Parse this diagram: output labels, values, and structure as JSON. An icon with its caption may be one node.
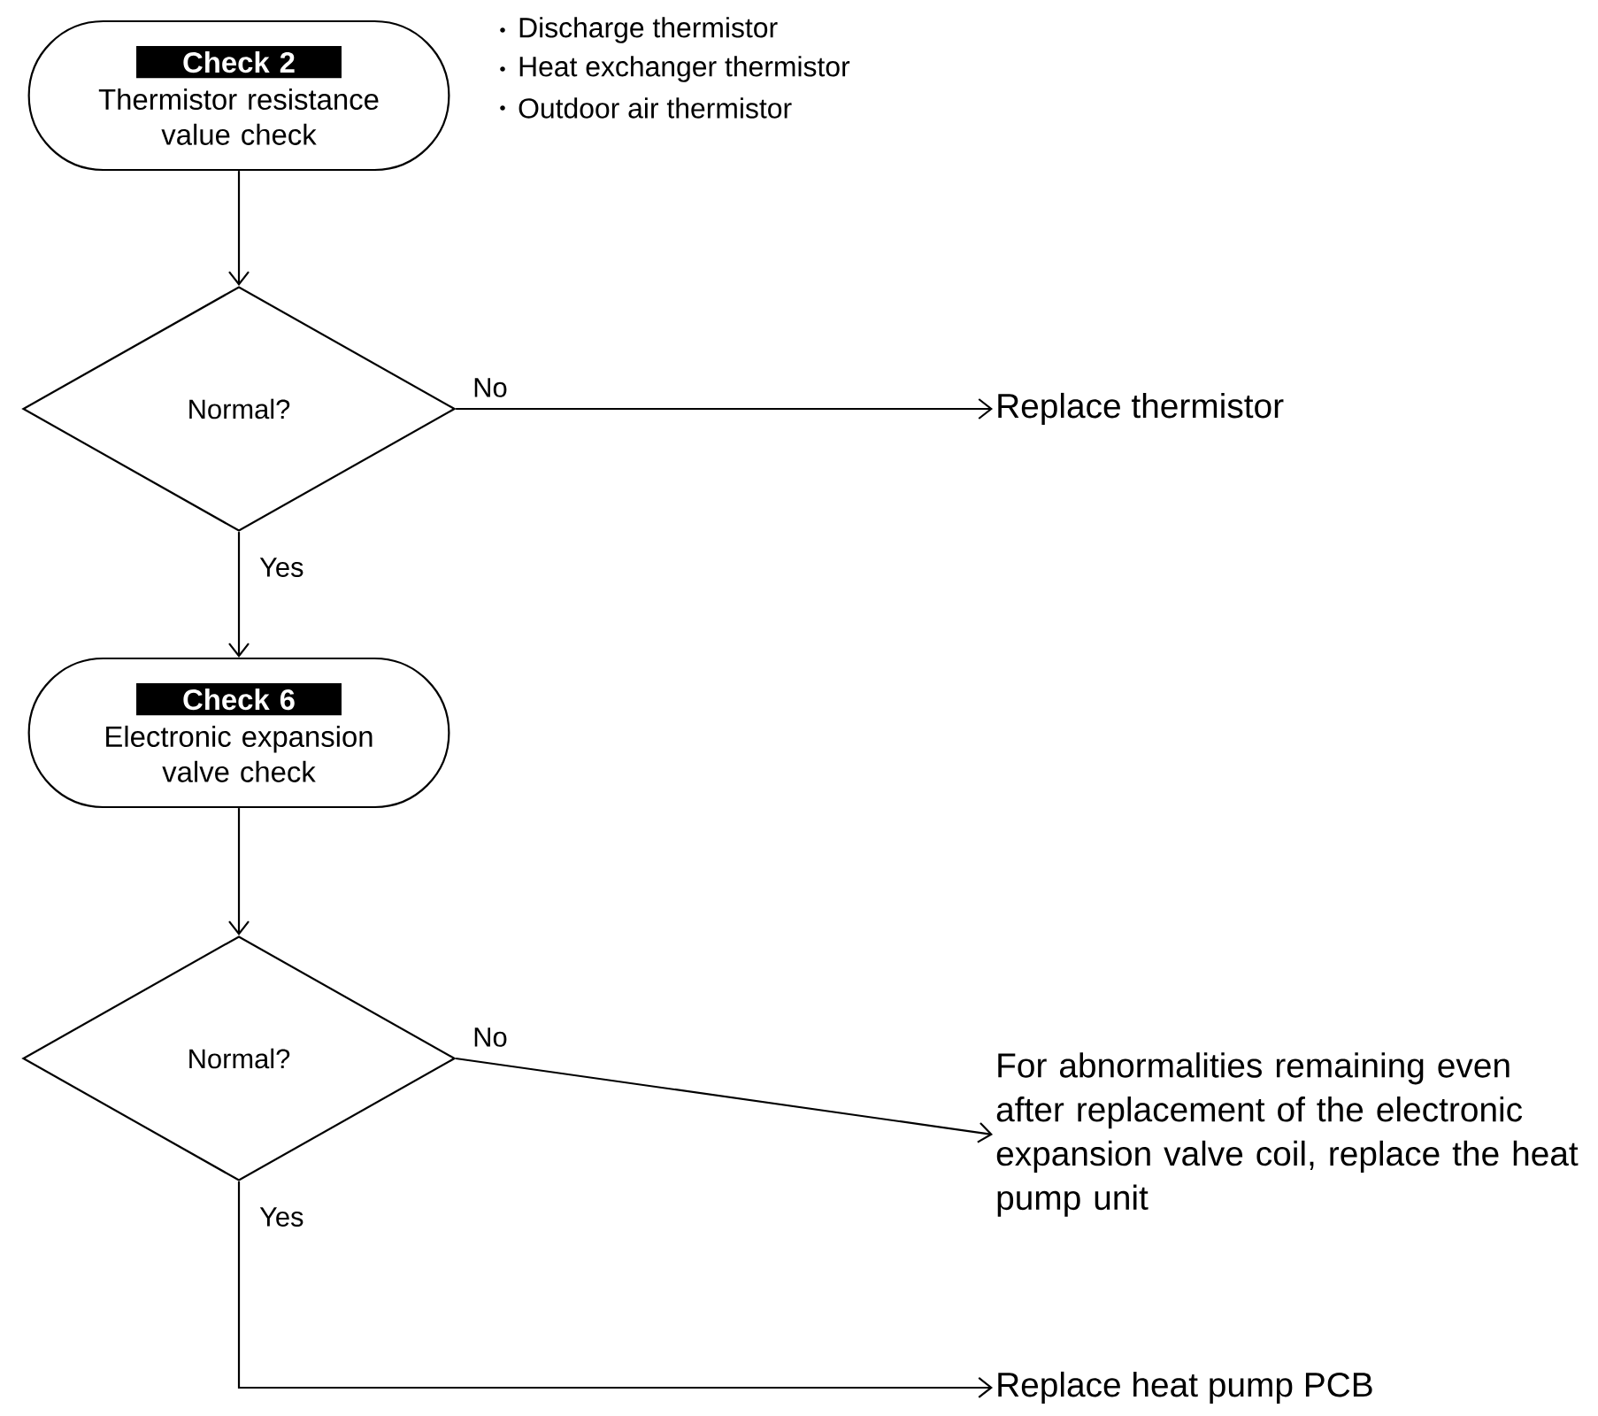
{
  "diagram": {
    "nodes": [
      {
        "text": [
          "Check 2",
          "Thermistor resistance value check"
        ],
        "beside": [
          "Discharge thermistor",
          "Heat exchanger thermistor",
          "Outdoor air thermistor"
        ]
      },
      {
        "text": [
          "Normal?"
        ]
      },
      {
        "text": [
          "Replace thermistor"
        ]
      },
      {
        "text": [
          "Check 6",
          "Electronic expansion valve check"
        ]
      },
      {
        "text": [
          "Normal?"
        ]
      },
      {
        "text": [
          "For abnormalities remaining even after replacement of the electronic expansion valve coil, replace the heat pump unit"
        ]
      },
      {
        "text": [
          "Replace heat pump PCB"
        ]
      }
    ],
    "edges": [
      {
        "from": 0,
        "to": 1,
        "arrow": "to"
      },
      {
        "from": 1,
        "to": 2,
        "arrow": "to",
        "label": "No"
      },
      {
        "from": 1,
        "to": 3,
        "arrow": "to",
        "label": "Yes"
      },
      {
        "from": 3,
        "to": 4,
        "arrow": "to"
      },
      {
        "from": 4,
        "to": 5,
        "arrow": "to",
        "label": "No"
      },
      {
        "from": 4,
        "to": 6,
        "arrow": "to",
        "label": "Yes"
      }
    ]
  }
}
